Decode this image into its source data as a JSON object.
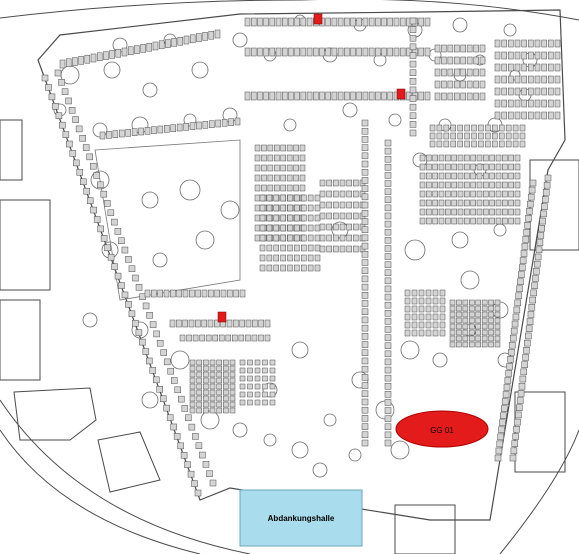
{
  "map": {
    "labels": {
      "building": "Abdankungshalle",
      "grave_field": "GG 01"
    },
    "colors": {
      "background": "#ffffff",
      "line": "#4a4a4a",
      "grave_fill": "#d4d4d4",
      "tree_stroke": "#6b6b6b",
      "marker_red": "#e41b1b",
      "hall_fill": "#a9dcec",
      "grave_field_fill": "#e41b1b"
    },
    "markers": {
      "red_squares_count": 3
    }
  }
}
